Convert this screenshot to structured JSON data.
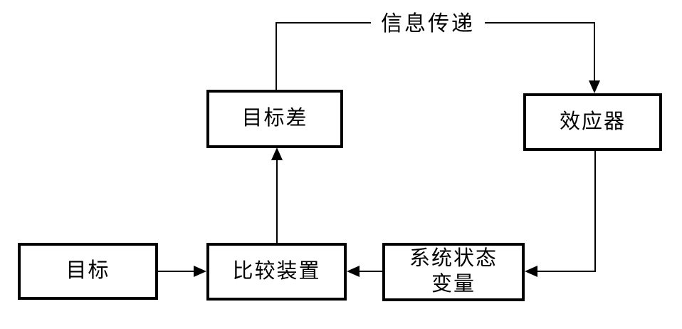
{
  "diagram": {
    "edge_label": "信息传递",
    "boxes": {
      "goal_diff": {
        "label": "目标差"
      },
      "effector": {
        "label": "效应器"
      },
      "goal": {
        "label": "目标"
      },
      "comparator": {
        "label": "比较装置"
      },
      "state_vars": {
        "lines": [
          "系统状态",
          "变量"
        ]
      }
    },
    "colors": {
      "line": "#000000",
      "background": "#ffffff"
    }
  }
}
